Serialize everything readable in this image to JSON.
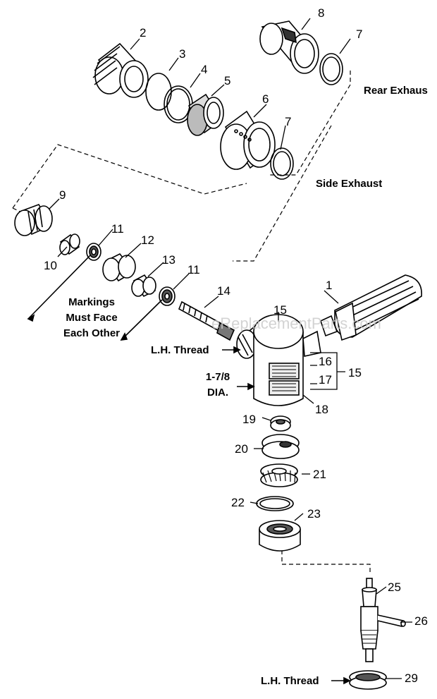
{
  "callouts": {
    "p1": "1",
    "p2": "2",
    "p3": "3",
    "p4": "4",
    "p5": "5",
    "p6": "6",
    "p7a": "7",
    "p7b": "7",
    "p8": "8",
    "p9": "9",
    "p10": "10",
    "p11a": "11",
    "p11b": "11",
    "p12": "12",
    "p13": "13",
    "p14": "14",
    "p15a": "15",
    "p15b": "15",
    "p16": "16",
    "p17": "17",
    "p18": "18",
    "p19": "19",
    "p20": "20",
    "p21": "21",
    "p22": "22",
    "p23": "23",
    "p25": "25",
    "p26": "26",
    "p29": "29"
  },
  "notes": {
    "rear_exhaust": "Rear Exhaus",
    "side_exhaust": "Side Exhaust",
    "markings_1": "Markings",
    "markings_2": "Must Face",
    "markings_3": "Each Other",
    "lh_thread_top": "L.H. Thread",
    "dia_1": "1-7/8",
    "dia_2": "DIA.",
    "lh_thread_bottom": "L.H. Thread"
  },
  "watermark": "eReplacementParts.com"
}
